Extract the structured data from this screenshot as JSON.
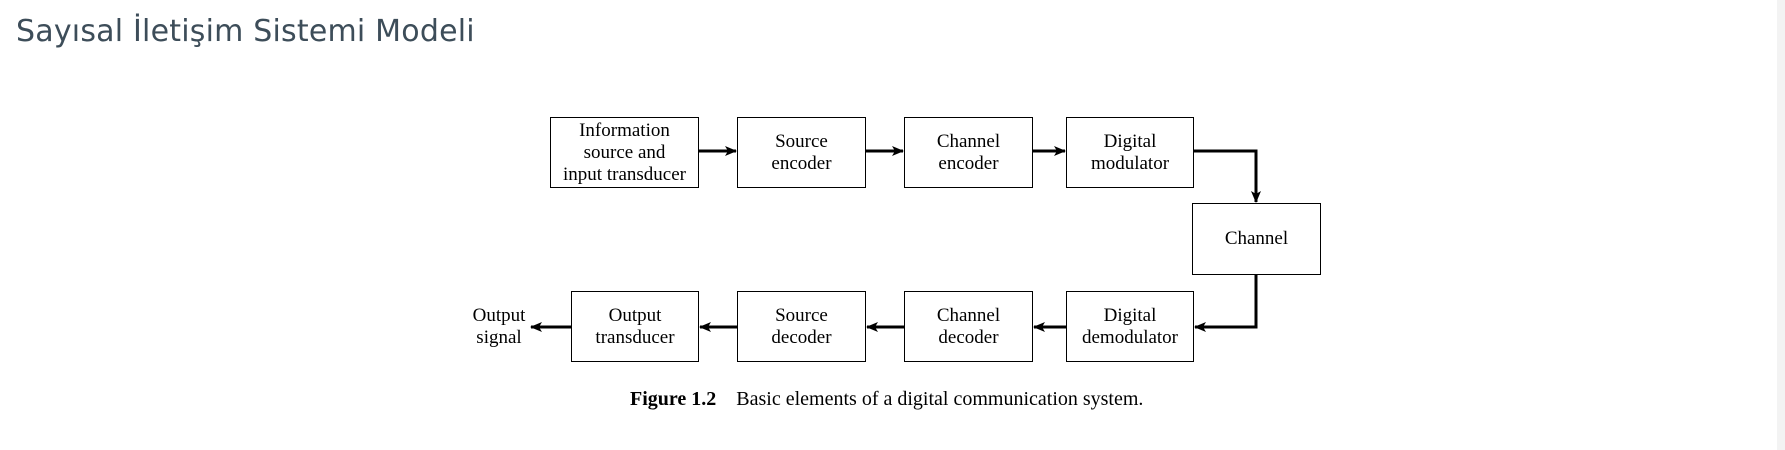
{
  "page": {
    "title": "Sayısal İletişim Sistemi Modeli"
  },
  "diagram": {
    "blocks": {
      "info_source": "Information\nsource and\ninput transducer",
      "source_encoder": "Source\nencoder",
      "channel_encoder": "Channel\nencoder",
      "digital_modulator": "Digital\nmodulator",
      "channel": "Channel",
      "digital_demodulator": "Digital\ndemodulator",
      "channel_decoder": "Channel\ndecoder",
      "source_decoder": "Source\ndecoder",
      "output_transducer": "Output\ntransducer"
    },
    "output_label": "Output\nsignal",
    "caption": {
      "label": "Figure 1.2",
      "text": "Basic elements of a digital communication system."
    }
  }
}
